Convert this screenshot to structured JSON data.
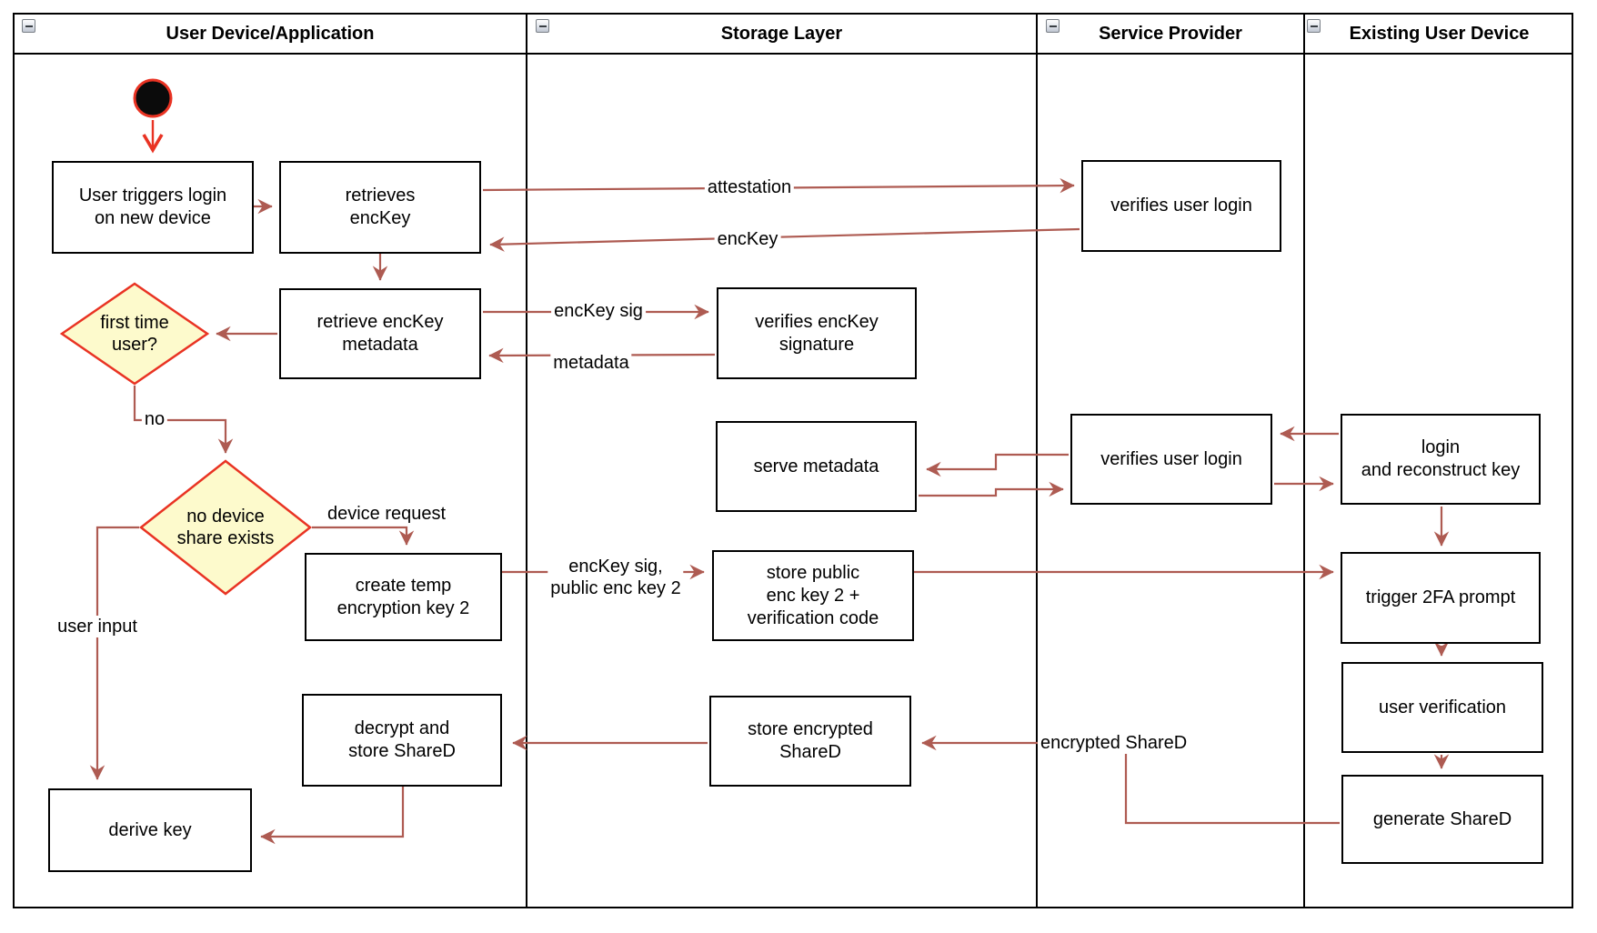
{
  "lanes": [
    {
      "title": "User Device/Application"
    },
    {
      "title": "Storage Layer"
    },
    {
      "title": "Service Provider"
    },
    {
      "title": "Existing User Device"
    }
  ],
  "nodes": {
    "user_triggers": {
      "label": "User triggers login\non new device"
    },
    "retrieves_enckey": {
      "label": "retrieves\nencKey"
    },
    "retrieve_metadata": {
      "label": "retrieve encKey\nmetadata"
    },
    "first_time_user": {
      "label": "first time\nuser?"
    },
    "no_device_share": {
      "label": "no device\nshare exists"
    },
    "create_temp": {
      "label": "create temp\nencryption key 2"
    },
    "decrypt_store": {
      "label": "decrypt and\nstore ShareD"
    },
    "derive_key": {
      "label": "derive key"
    },
    "verifies_sig": {
      "label": "verifies encKey\nsignature"
    },
    "serve_metadata": {
      "label": "serve metadata"
    },
    "store_public": {
      "label": "store public\nenc key 2 +\nverification code"
    },
    "store_encrypted": {
      "label": "store encrypted\nShareD"
    },
    "verifies_login_1": {
      "label": "verifies user login"
    },
    "verifies_login_2": {
      "label": "verifies user login"
    },
    "login_reconstruct": {
      "label": "login\nand reconstruct key"
    },
    "trigger_2fa": {
      "label": "trigger 2FA prompt"
    },
    "user_verification": {
      "label": "user verification"
    },
    "generate_shared": {
      "label": "generate ShareD"
    }
  },
  "edge_labels": {
    "attestation": "attestation",
    "enckey": "encKey",
    "enckey_sig": "encKey sig",
    "metadata": "metadata",
    "no": "no",
    "device_request": "device request",
    "enckey_sig_public": "encKey sig,\npublic enc key 2",
    "user_input": "user input",
    "encrypted_shared": "encrypted ShareD"
  },
  "colors": {
    "edge": "#AE5B52",
    "accent_red": "#E93323",
    "decision_fill": "#FDFACC",
    "node_border": "#000000",
    "start_fill": "#0B0B0B"
  }
}
